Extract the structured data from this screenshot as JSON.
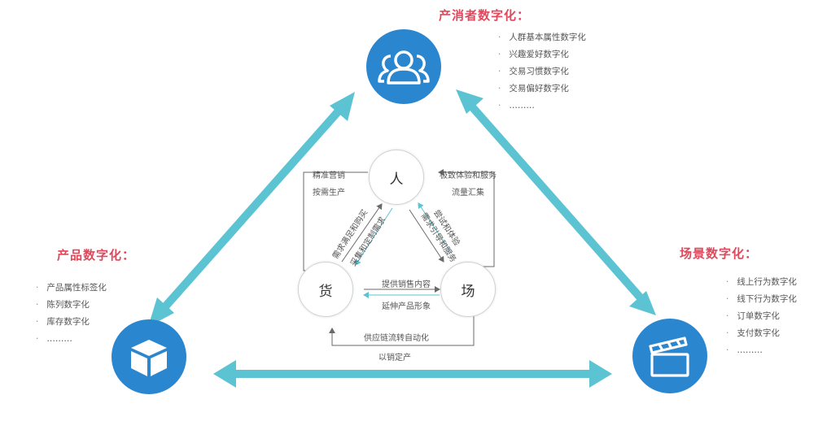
{
  "consumer": {
    "title": "产消者数字化：",
    "items": [
      "人群基本属性数字化",
      "兴趣爱好数字化",
      "交易习惯数字化",
      "交易偏好数字化",
      "………"
    ]
  },
  "product": {
    "title": "产品数字化：",
    "items": [
      "产品属性标签化",
      "陈列数字化",
      "库存数字化",
      "………"
    ]
  },
  "scene": {
    "title": "场景数字化：",
    "items": [
      "线上行为数字化",
      "线下行为数字化",
      "订单数字化",
      "支付数字化",
      "………"
    ]
  },
  "nodes": {
    "person": "人",
    "goods": "货",
    "place": "场"
  },
  "labels": {
    "precise_marketing": "精准营销",
    "on_demand_production": "按需生产",
    "experience_service": "极致体验和服务",
    "traffic_gathering": "流量汇集",
    "demand_satisfy": "需求满足和购买",
    "collect_customize": "采集和定制需求",
    "trial_experience": "尝试和体验",
    "demand_guide": "需求引导和服务",
    "provide_sales_content": "提供销售内容",
    "extend_image": "延伸产品形象",
    "supply_chain_auto": "供应链流转自动化",
    "sales_production": "以销定产"
  },
  "colors": {
    "accent_arrow": "#5bc3d2",
    "icon_blue": "#2a86cf",
    "title_red": "#e0485c"
  },
  "icons": {
    "consumer": "users-icon",
    "product": "box-icon",
    "scene": "clapperboard-icon"
  }
}
